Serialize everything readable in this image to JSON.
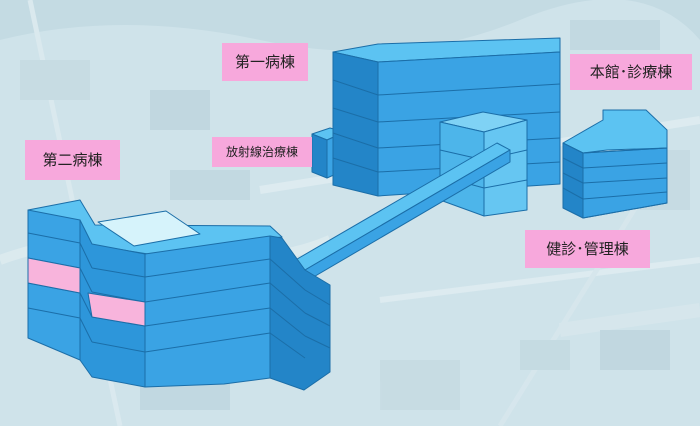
{
  "labels": {
    "daiichi_byoto": "第一病棟",
    "honkan_shinryoto": "本館･診療棟",
    "daini_byoto": "第二病棟",
    "hoshasen_chiryoto": "放射線治療棟",
    "kenshin_kanrito": "健診･管理棟"
  },
  "colors": {
    "building_face": "#3aa3e4",
    "building_top": "#5cc3f2",
    "building_side": "#2385c8",
    "highlight_floor": "#f8b4dc",
    "label_bg": "#f7a8dc",
    "photo_bg": "#cfe3ea"
  }
}
